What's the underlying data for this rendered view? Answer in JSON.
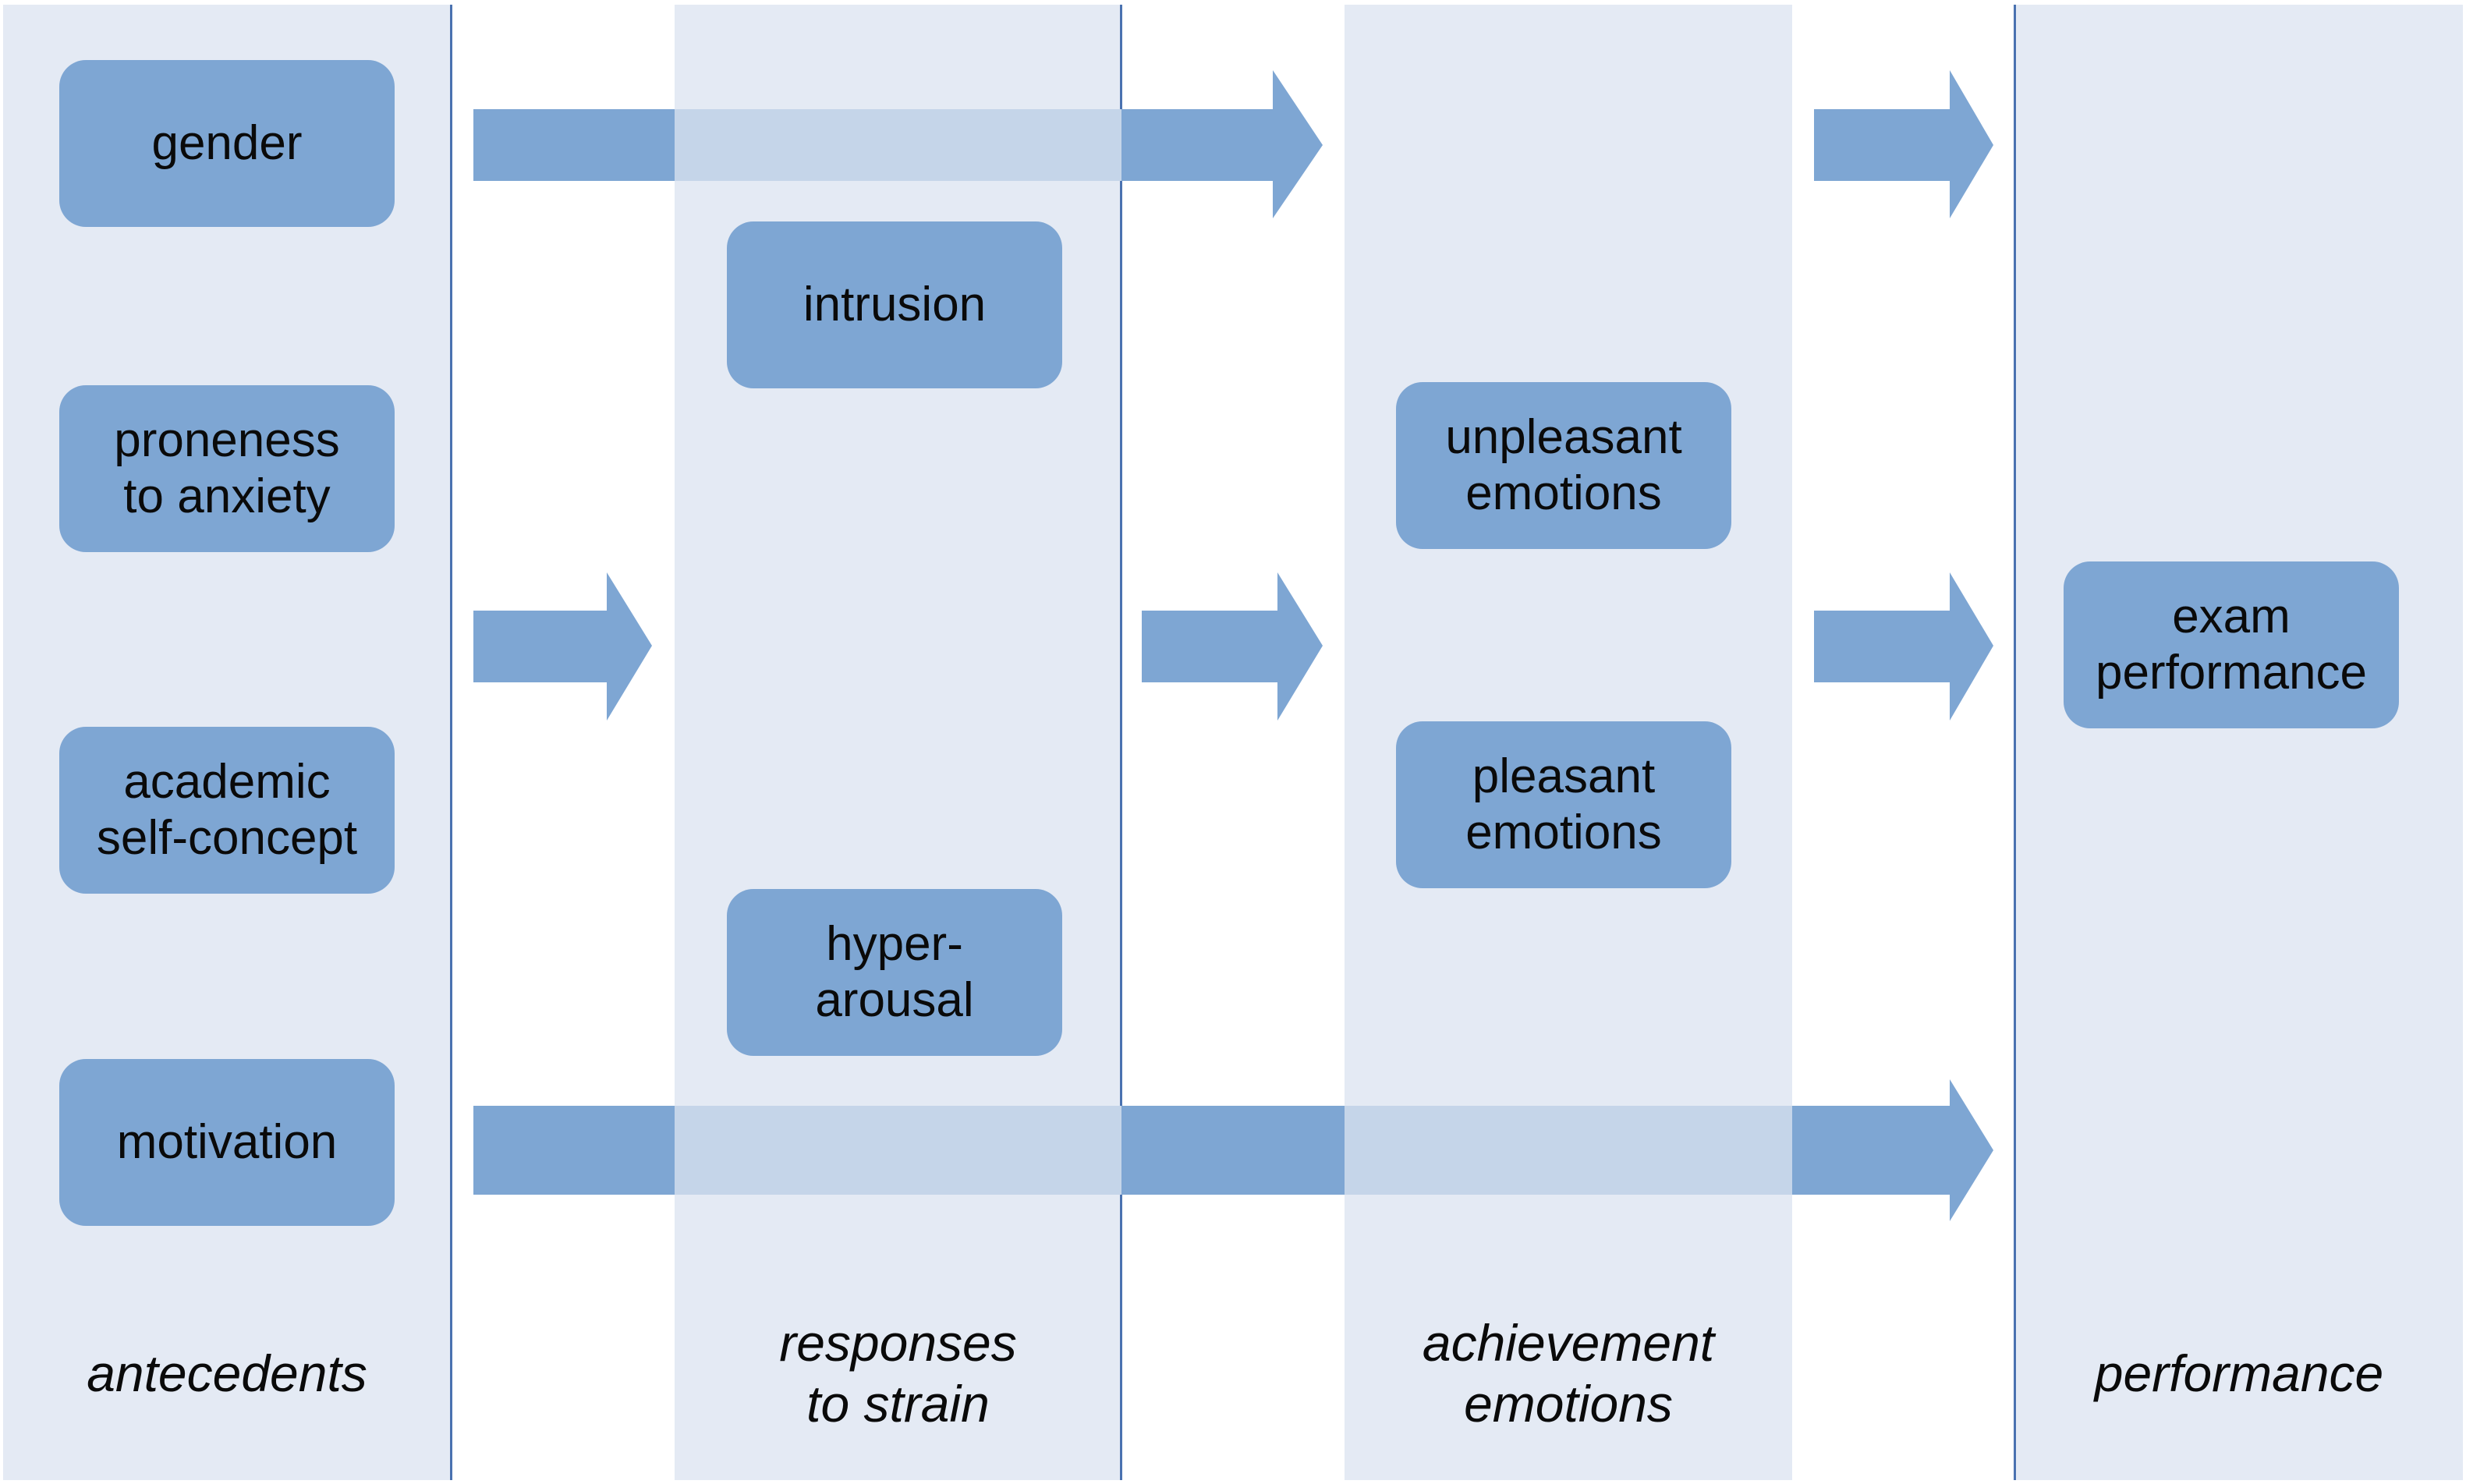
{
  "columns": [
    {
      "label": "antecedents"
    },
    {
      "label": "responses\nto strain"
    },
    {
      "label": "achievement\nemotions"
    },
    {
      "label": "performance"
    }
  ],
  "nodes": {
    "gender": "gender",
    "proneness_to_anxiety": "proneness\nto anxiety",
    "academic_self_concept": "academic\nself-concept",
    "motivation": "motivation",
    "intrusion": "intrusion",
    "hyperarousal": "hyper-\narousal",
    "unpleasant_emotions": "unpleasant\nemotions",
    "pleasant_emotions": "pleasant\nemotions",
    "exam_performance": "exam\nperformance"
  },
  "edges": [
    {
      "from": "gender",
      "to": "achievement emotions"
    },
    {
      "from": "achievement emotions",
      "to": "exam_performance",
      "row": "gender"
    },
    {
      "from": "antecedents",
      "to": "responses to strain"
    },
    {
      "from": "responses to strain",
      "to": "achievement emotions"
    },
    {
      "from": "achievement emotions",
      "to": "exam_performance"
    },
    {
      "from": "motivation",
      "to": "exam_performance"
    }
  ],
  "colors": {
    "column_band": "#e4eaf4",
    "divider": "#4a72b0",
    "node_fill": "#7ea6d3",
    "arrow_fill": "#7ea6d3",
    "arrow_over_band": "#c5d5e9"
  }
}
